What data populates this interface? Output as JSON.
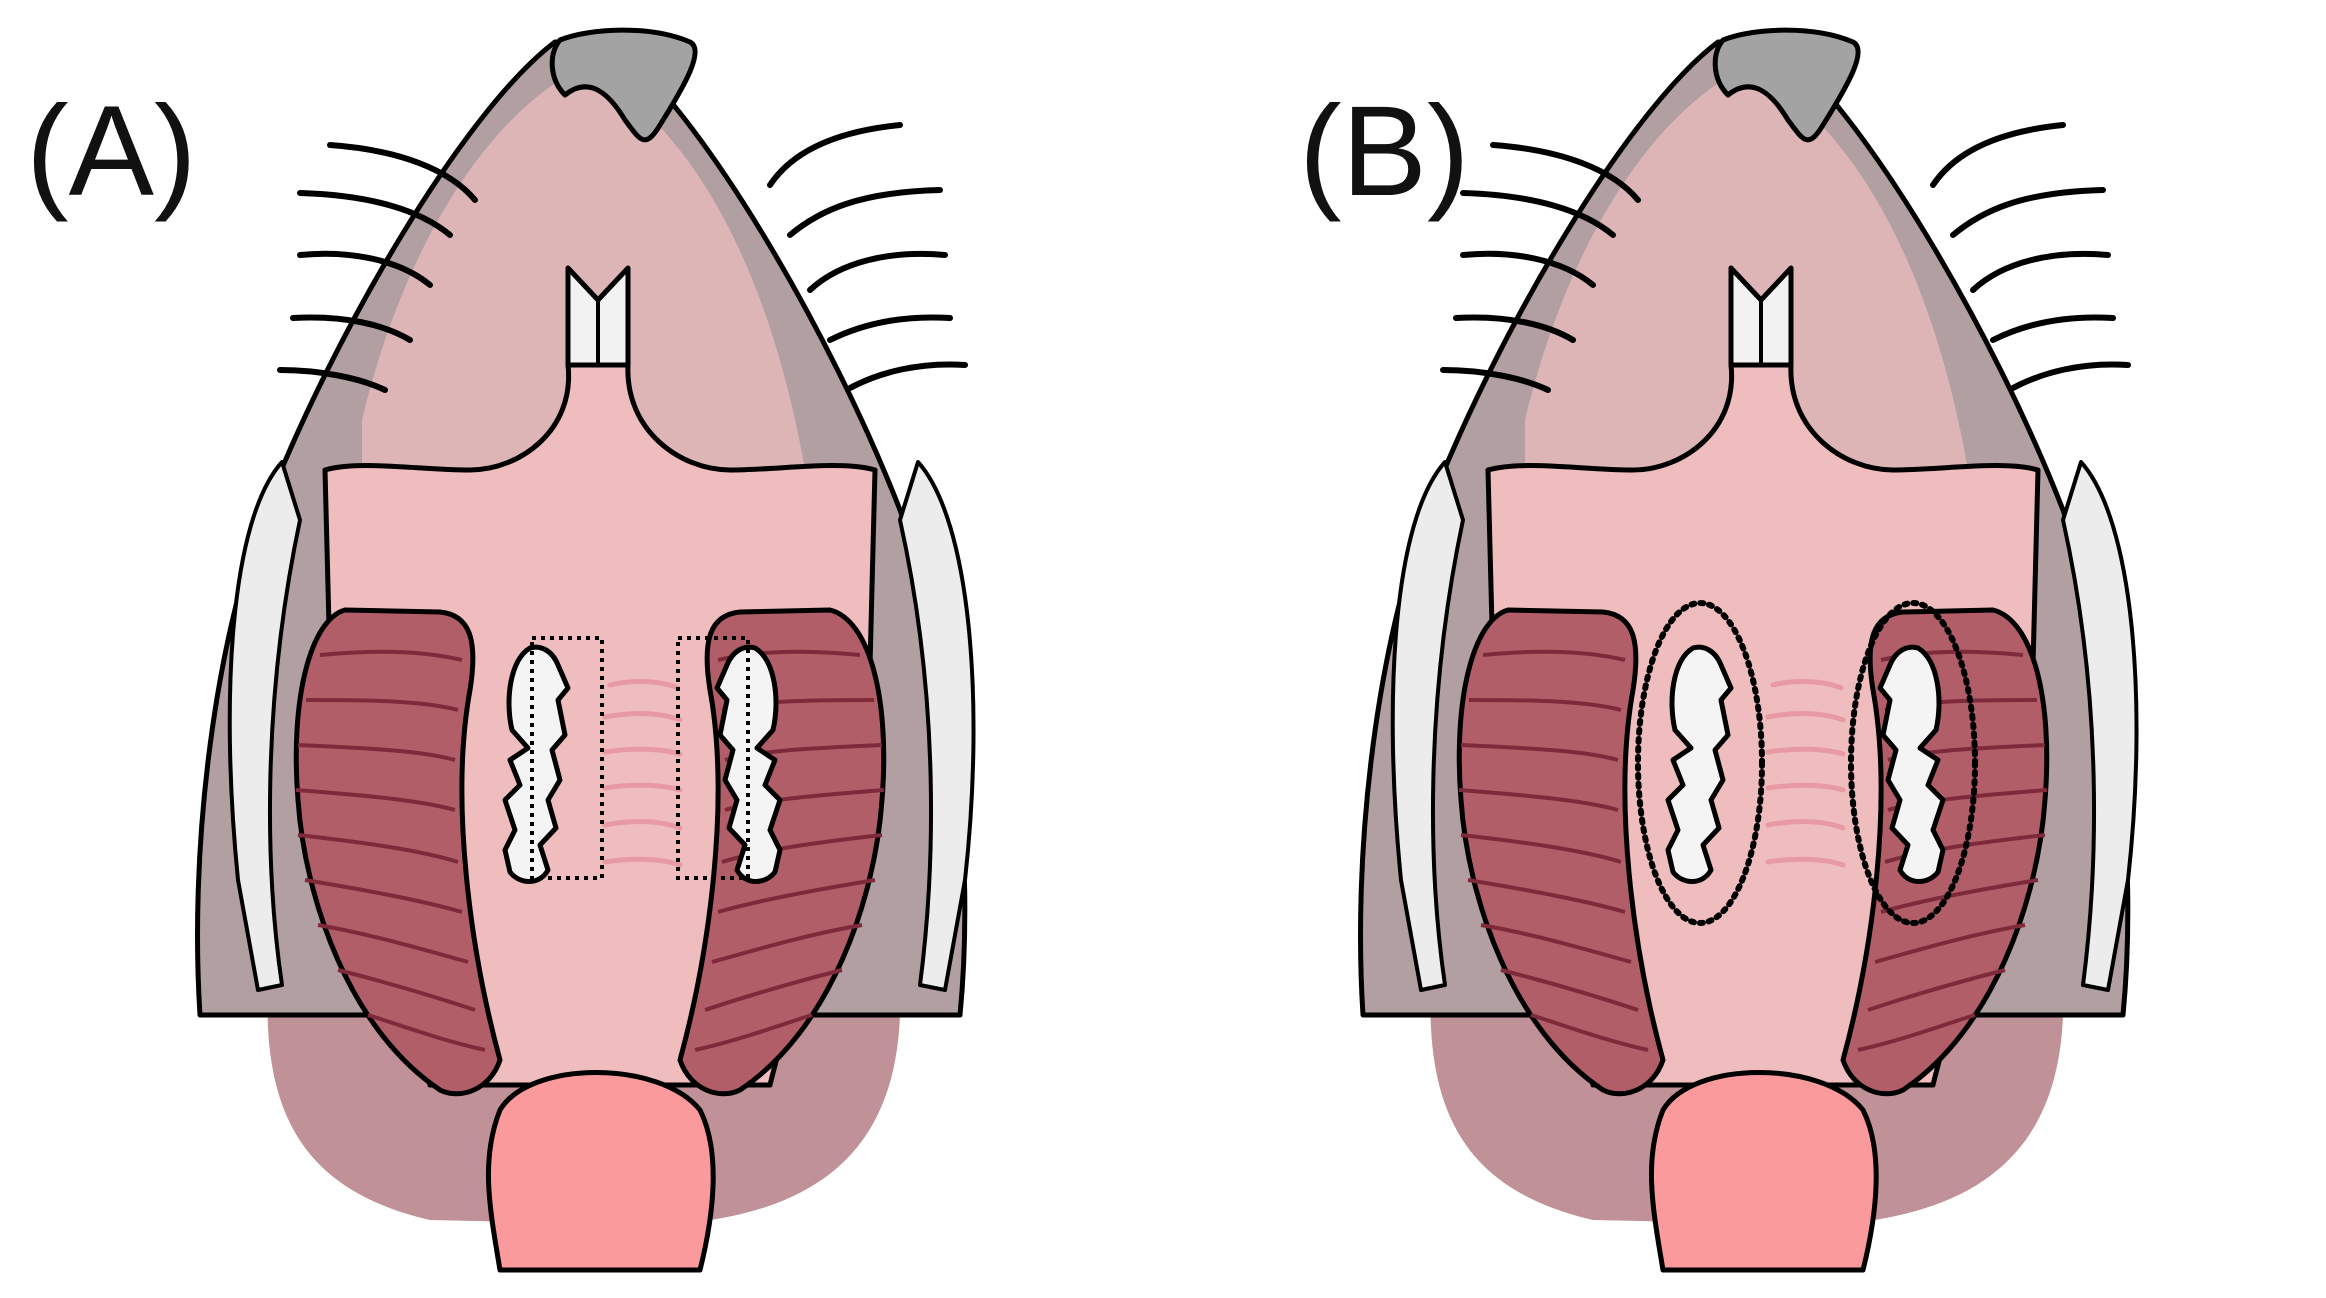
{
  "panels": [
    {
      "label": "(A)",
      "marking": "dotted-rectangles"
    },
    {
      "label": "(B)",
      "marking": "dotted-ellipses"
    }
  ],
  "colors": {
    "fur": "#b29fa1",
    "nose": "#a3a3a3",
    "snout_skin": "#ddb5b7",
    "palate": "#efbdbd",
    "cheek_muscle": "#b25e68",
    "muscle_lines": "#7e2a3b",
    "tongue": "#fb9a9c",
    "lower_jaw": "#c09196",
    "whisker_line": "#000000",
    "rugae": "#e79aa4"
  }
}
